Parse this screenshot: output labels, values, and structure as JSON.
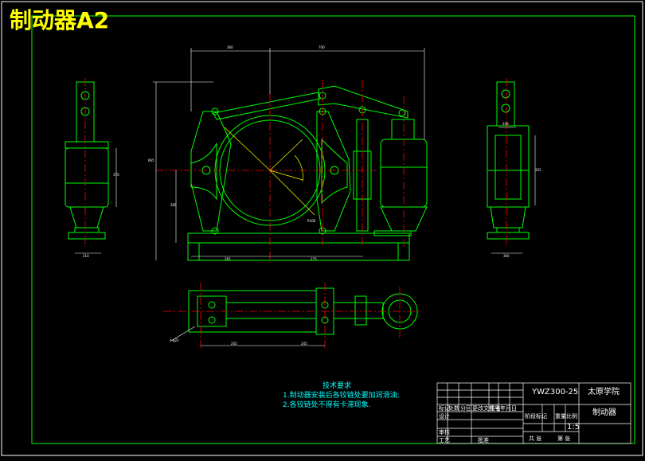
{
  "drawing_title": "制动器A2",
  "technical_requirements": {
    "heading": "技术要求",
    "items": [
      "1.制动器安装后各铰链处要加润滑油;",
      "2.各铰链处不得有卡滞现象."
    ]
  },
  "title_block": {
    "model": "YWZ300-25",
    "school": "太原学院",
    "part_name": "制动器",
    "scale": "1:5",
    "row_labels": [
      "标记",
      "处数",
      "分区",
      "更改文件号",
      "签名",
      "年月日"
    ],
    "stage_labels": [
      "阶段标记",
      "重量",
      "比例"
    ],
    "role_labels": [
      "设计",
      "审核",
      "工艺",
      "批准"
    ],
    "sheet_labels": [
      "共 张",
      "第 张"
    ]
  },
  "dimensions": {
    "top_width": "700",
    "top_left": "260",
    "height_main": "665",
    "side_h": "285",
    "bottom_left": "265",
    "bottom_right": "275",
    "left_view_h": "370",
    "left_view_w": "210",
    "right_view_w1": "240",
    "right_view_w2": "300",
    "right_view_h": "355",
    "plan_left": "245",
    "plan_right": "245",
    "plan_hole": "4-φ22",
    "radius": "R300"
  }
}
